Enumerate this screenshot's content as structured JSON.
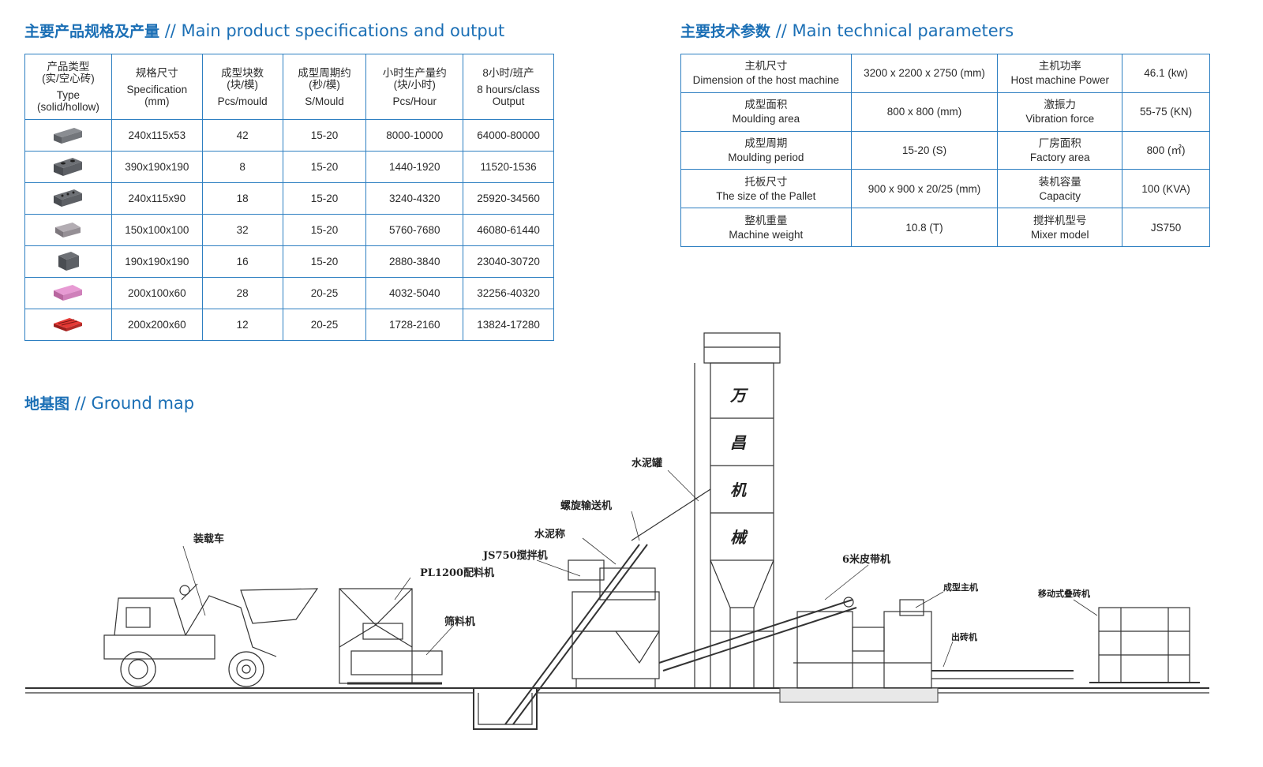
{
  "products": {
    "title_cn": "主要产品规格及产量",
    "title_en": "// Main product specifications and output",
    "headers": [
      {
        "cn": "产品类型\n(实/空心砖)",
        "en": "Type\n(solid/hollow)"
      },
      {
        "cn": "规格尺寸",
        "en": "Specification\n(mm)"
      },
      {
        "cn": "成型块数\n(块/模)",
        "en": "Pcs/mould"
      },
      {
        "cn": "成型周期约\n(秒/模)",
        "en": "S/Mould"
      },
      {
        "cn": "小时生产量约\n(块/小时)",
        "en": "Pcs/Hour"
      },
      {
        "cn": "8小时/班产",
        "en": "8 hours/class\nOutput"
      }
    ],
    "rows": [
      {
        "icon": "solid-brick-icon",
        "spec": "240x115x53",
        "pcs": "42",
        "cycle": "15-20",
        "hour": "8000-10000",
        "shift": "64000-80000"
      },
      {
        "icon": "hollow-block-icon",
        "spec": "390x190x190",
        "pcs": "8",
        "cycle": "15-20",
        "hour": "1440-1920",
        "shift": "11520-1536"
      },
      {
        "icon": "perforated-brick-icon",
        "spec": "240x115x90",
        "pcs": "18",
        "cycle": "15-20",
        "hour": "3240-4320",
        "shift": "25920-34560"
      },
      {
        "icon": "paver-brick-icon",
        "spec": "150x100x100",
        "pcs": "32",
        "cycle": "15-20",
        "hour": "5760-7680",
        "shift": "46080-61440"
      },
      {
        "icon": "cube-hollow-block-icon",
        "spec": "190x190x190",
        "pcs": "16",
        "cycle": "15-20",
        "hour": "2880-3840",
        "shift": "23040-30720"
      },
      {
        "icon": "pink-paver-icon",
        "spec": "200x100x60",
        "pcs": "28",
        "cycle": "20-25",
        "hour": "4032-5040",
        "shift": "32256-40320"
      },
      {
        "icon": "red-grass-paver-icon",
        "spec": "200x200x60",
        "pcs": "12",
        "cycle": "20-25",
        "hour": "1728-2160",
        "shift": "13824-17280"
      }
    ]
  },
  "tech": {
    "title_cn": "主要技术参数",
    "title_en": "// Main technical parameters",
    "rows": [
      {
        "l_cn": "主机尺寸",
        "l_en": "Dimension of the host machine",
        "l_val": "3200 x 2200 x 2750 (mm)",
        "r_cn": "主机功率",
        "r_en": "Host machine Power",
        "r_val": "46.1 (kw)"
      },
      {
        "l_cn": "成型面积",
        "l_en": "Moulding area",
        "l_val": "800 x 800 (mm)",
        "r_cn": "激振力",
        "r_en": "Vibration force",
        "r_val": "55-75 (KN)"
      },
      {
        "l_cn": "成型周期",
        "l_en": "Moulding period",
        "l_val": "15-20 (S)",
        "r_cn": "厂房面积",
        "r_en": "Factory area",
        "r_val": "800 (㎡)"
      },
      {
        "l_cn": "托板尺寸",
        "l_en": "The size of the Pallet",
        "l_val": "900 x 900 x 20/25 (mm)",
        "r_cn": "装机容量",
        "r_en": "Capacity",
        "r_val": "100 (KVA)"
      },
      {
        "l_cn": "整机重量",
        "l_en": "Machine weight",
        "l_val": "10.8 (T)",
        "r_cn": "搅拌机型号",
        "r_en": "Mixer model",
        "r_val": "JS750"
      }
    ]
  },
  "ground": {
    "title_cn": "地基图",
    "title_en": "// Ground map",
    "labels": {
      "loader": "装载车",
      "batcher": "PL1200配料机",
      "screen": "筛料机",
      "mixer": "JS750搅拌机",
      "cement_scale": "水泥称",
      "screw_conveyor": "螺旋输送机",
      "cement_silo": "水泥罐",
      "belt": "6米皮带机",
      "host": "成型主机",
      "brick_out": "出砖机",
      "stacker": "移动式叠砖机"
    },
    "silo_chars": [
      "万",
      "昌",
      "机",
      "械"
    ]
  }
}
